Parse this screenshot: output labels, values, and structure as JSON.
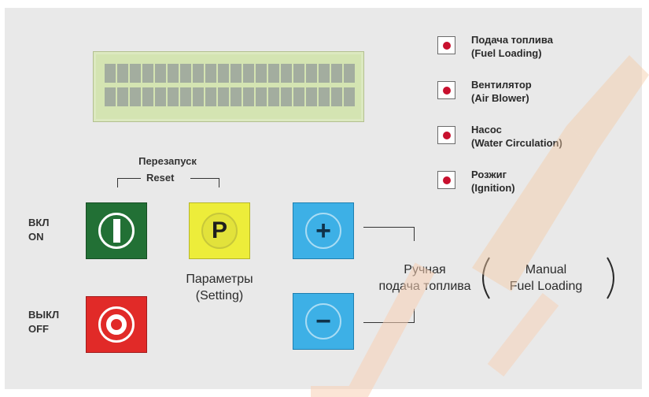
{
  "indicators": [
    {
      "label_ru": "Подача топлива",
      "label_en": "(Fuel Loading)",
      "color": "#c8102e"
    },
    {
      "label_ru": "Вентилятор",
      "label_en": "(Air Blower)",
      "color": "#c8102e"
    },
    {
      "label_ru": "Насос",
      "label_en": "(Water Circulation)",
      "color": "#c8102e"
    },
    {
      "label_ru": "Розжиг",
      "label_en": "(Ignition)",
      "color": "#c8102e"
    }
  ],
  "reset": {
    "label_ru": "Перезапуск",
    "label_en": "Reset"
  },
  "on": {
    "label_ru": "ВКЛ",
    "label_en": "ON",
    "icon": "power-on-icon",
    "color": "#227035"
  },
  "off": {
    "label_ru": "ВЫКЛ",
    "label_en": "OFF",
    "icon": "power-off-icon",
    "color": "#e12a28"
  },
  "params": {
    "glyph": "P",
    "label_ru": "Параметры",
    "label_en": "(Setting)",
    "color": "#eded3a"
  },
  "manual": {
    "plus_glyph": "+",
    "minus_glyph": "−",
    "label_ru_1": "Ручная",
    "label_ru_2": "подача топлива",
    "label_en_1": "Manual",
    "label_en_2": "Fuel Loading",
    "color": "#3db0e6"
  }
}
